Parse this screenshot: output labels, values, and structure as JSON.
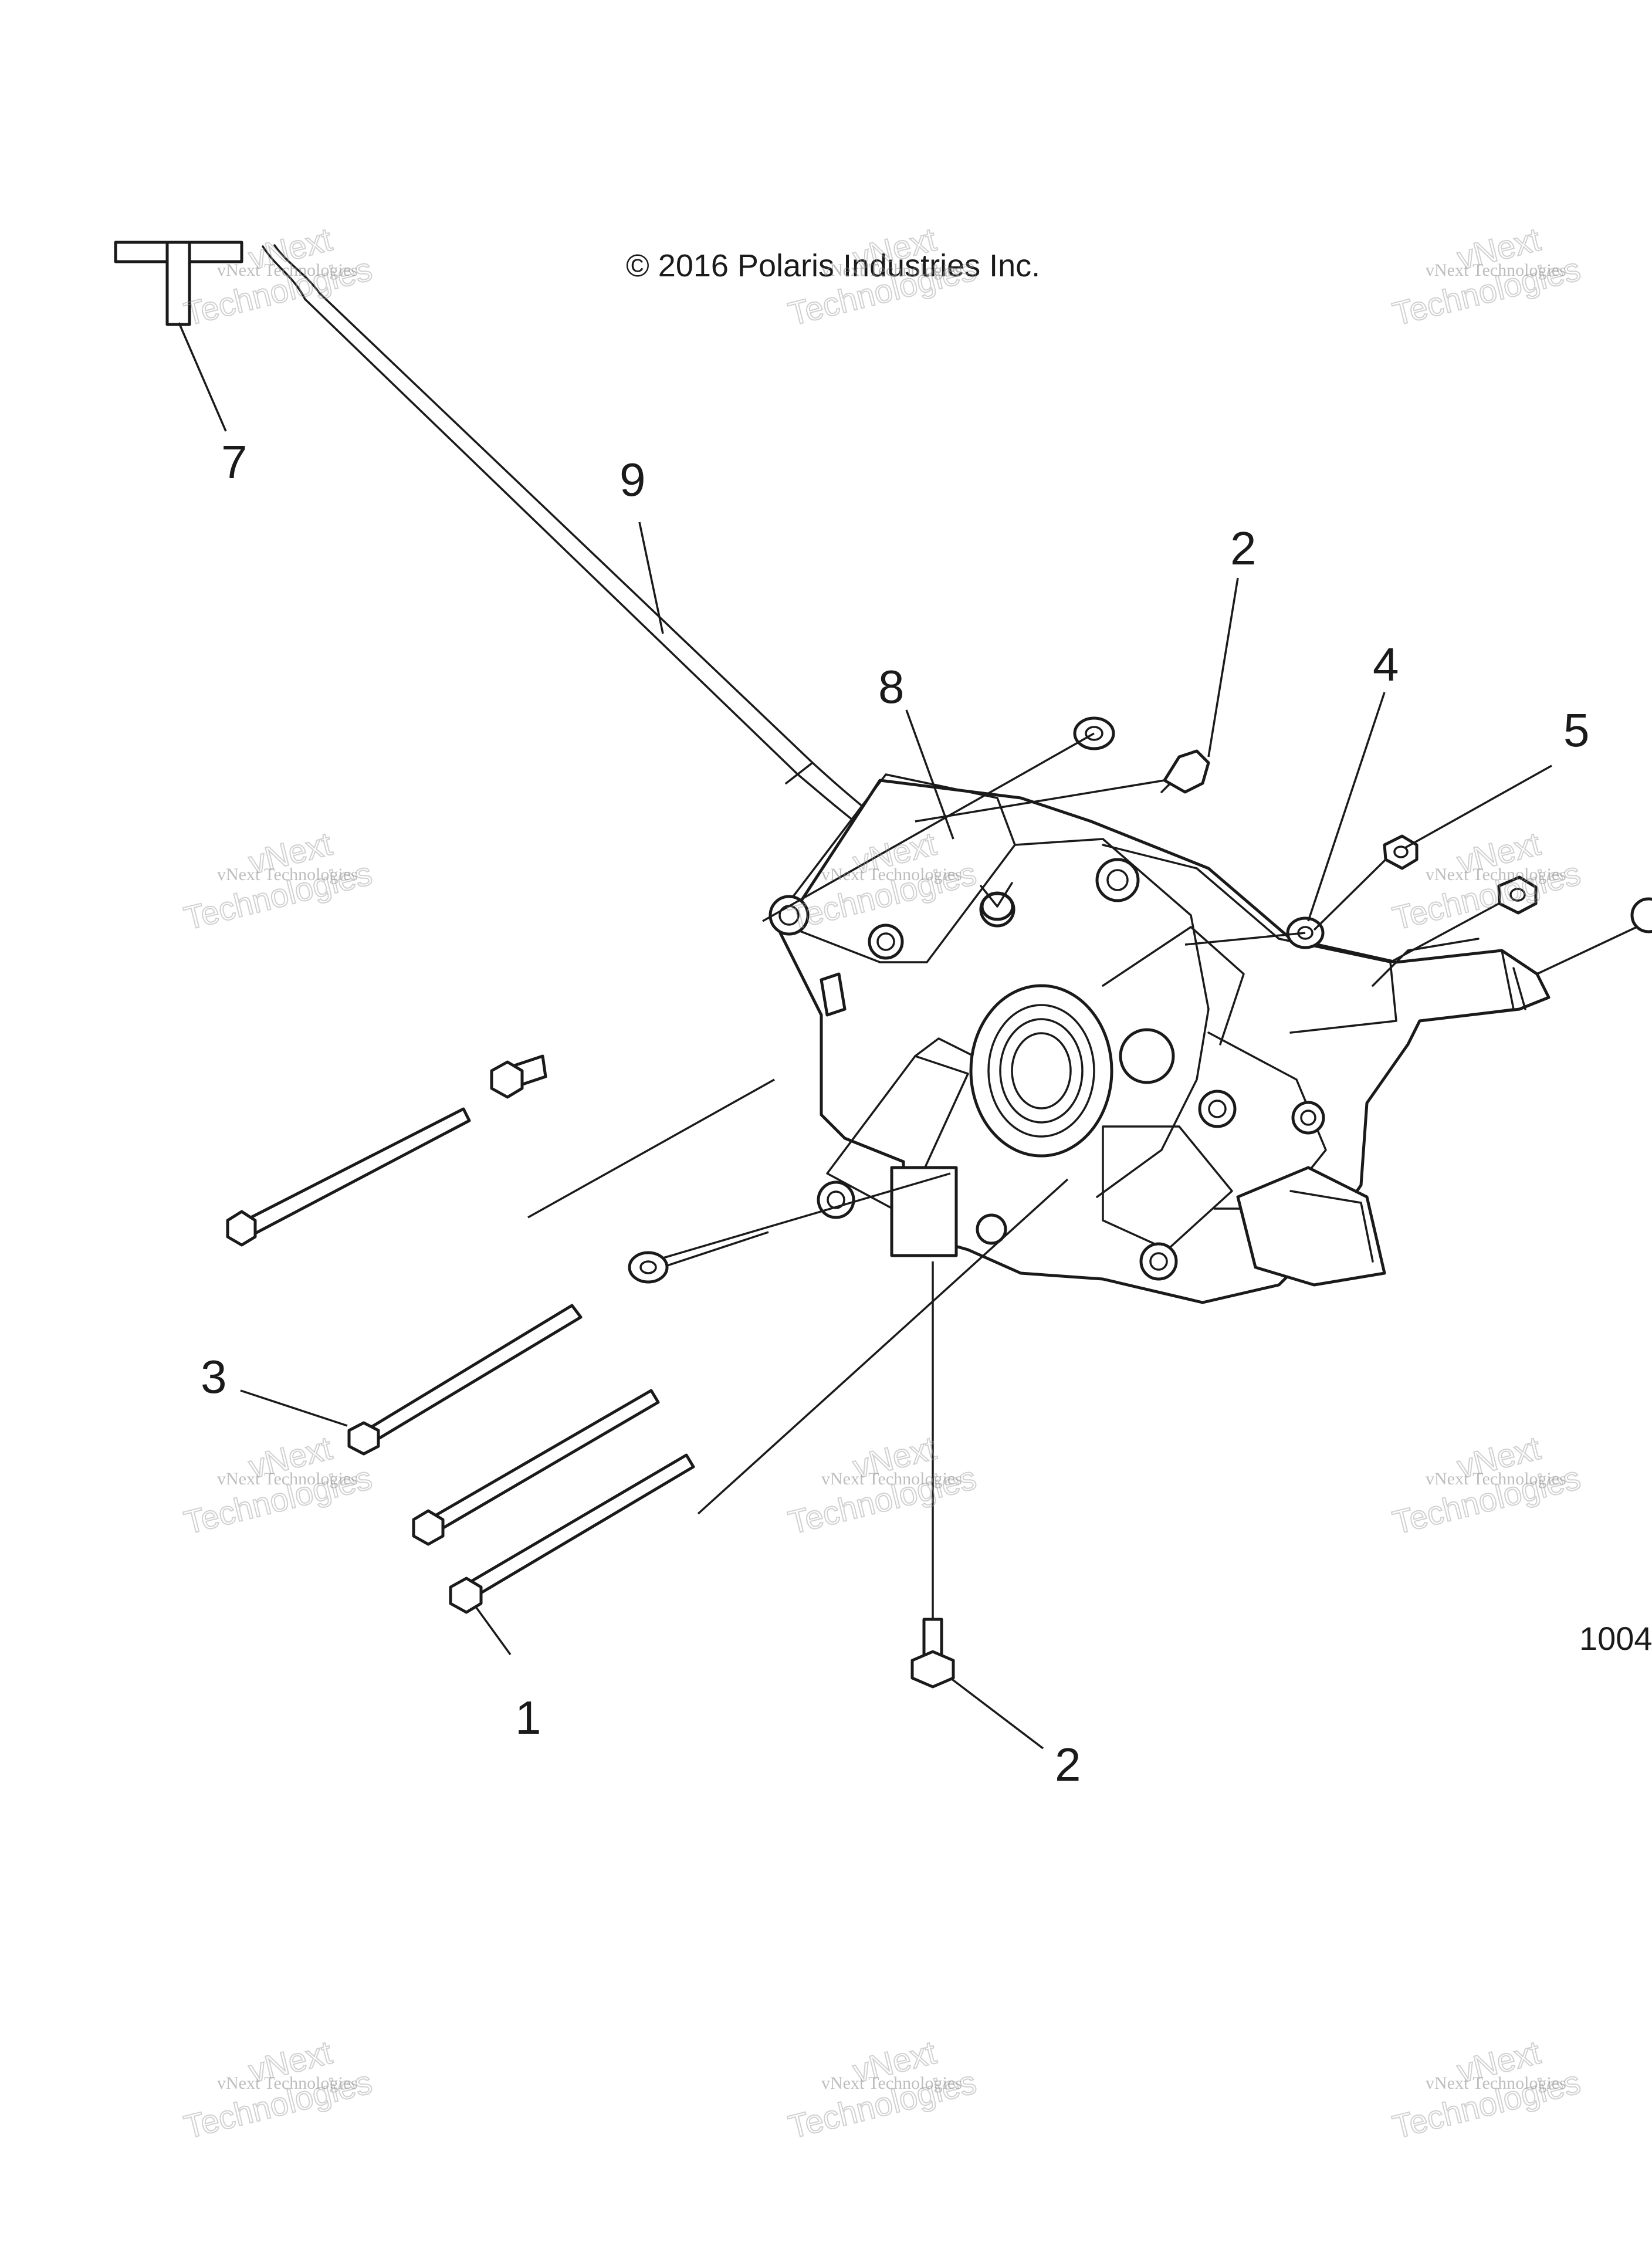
{
  "diagram": {
    "copyright": "© 2016 Polaris Industries Inc.",
    "figure_id": "1004",
    "callouts": [
      {
        "id": "c7",
        "text": "7"
      },
      {
        "id": "c9",
        "text": "9"
      },
      {
        "id": "c2a",
        "text": "2"
      },
      {
        "id": "c8",
        "text": "8"
      },
      {
        "id": "c4",
        "text": "4"
      },
      {
        "id": "c5",
        "text": "5"
      },
      {
        "id": "c3",
        "text": "3"
      },
      {
        "id": "c1",
        "text": "1"
      },
      {
        "id": "c2b",
        "text": "2"
      }
    ],
    "watermark": {
      "line1": "vNext Technologies",
      "line2": "vNext",
      "line3": "Technologies"
    }
  }
}
